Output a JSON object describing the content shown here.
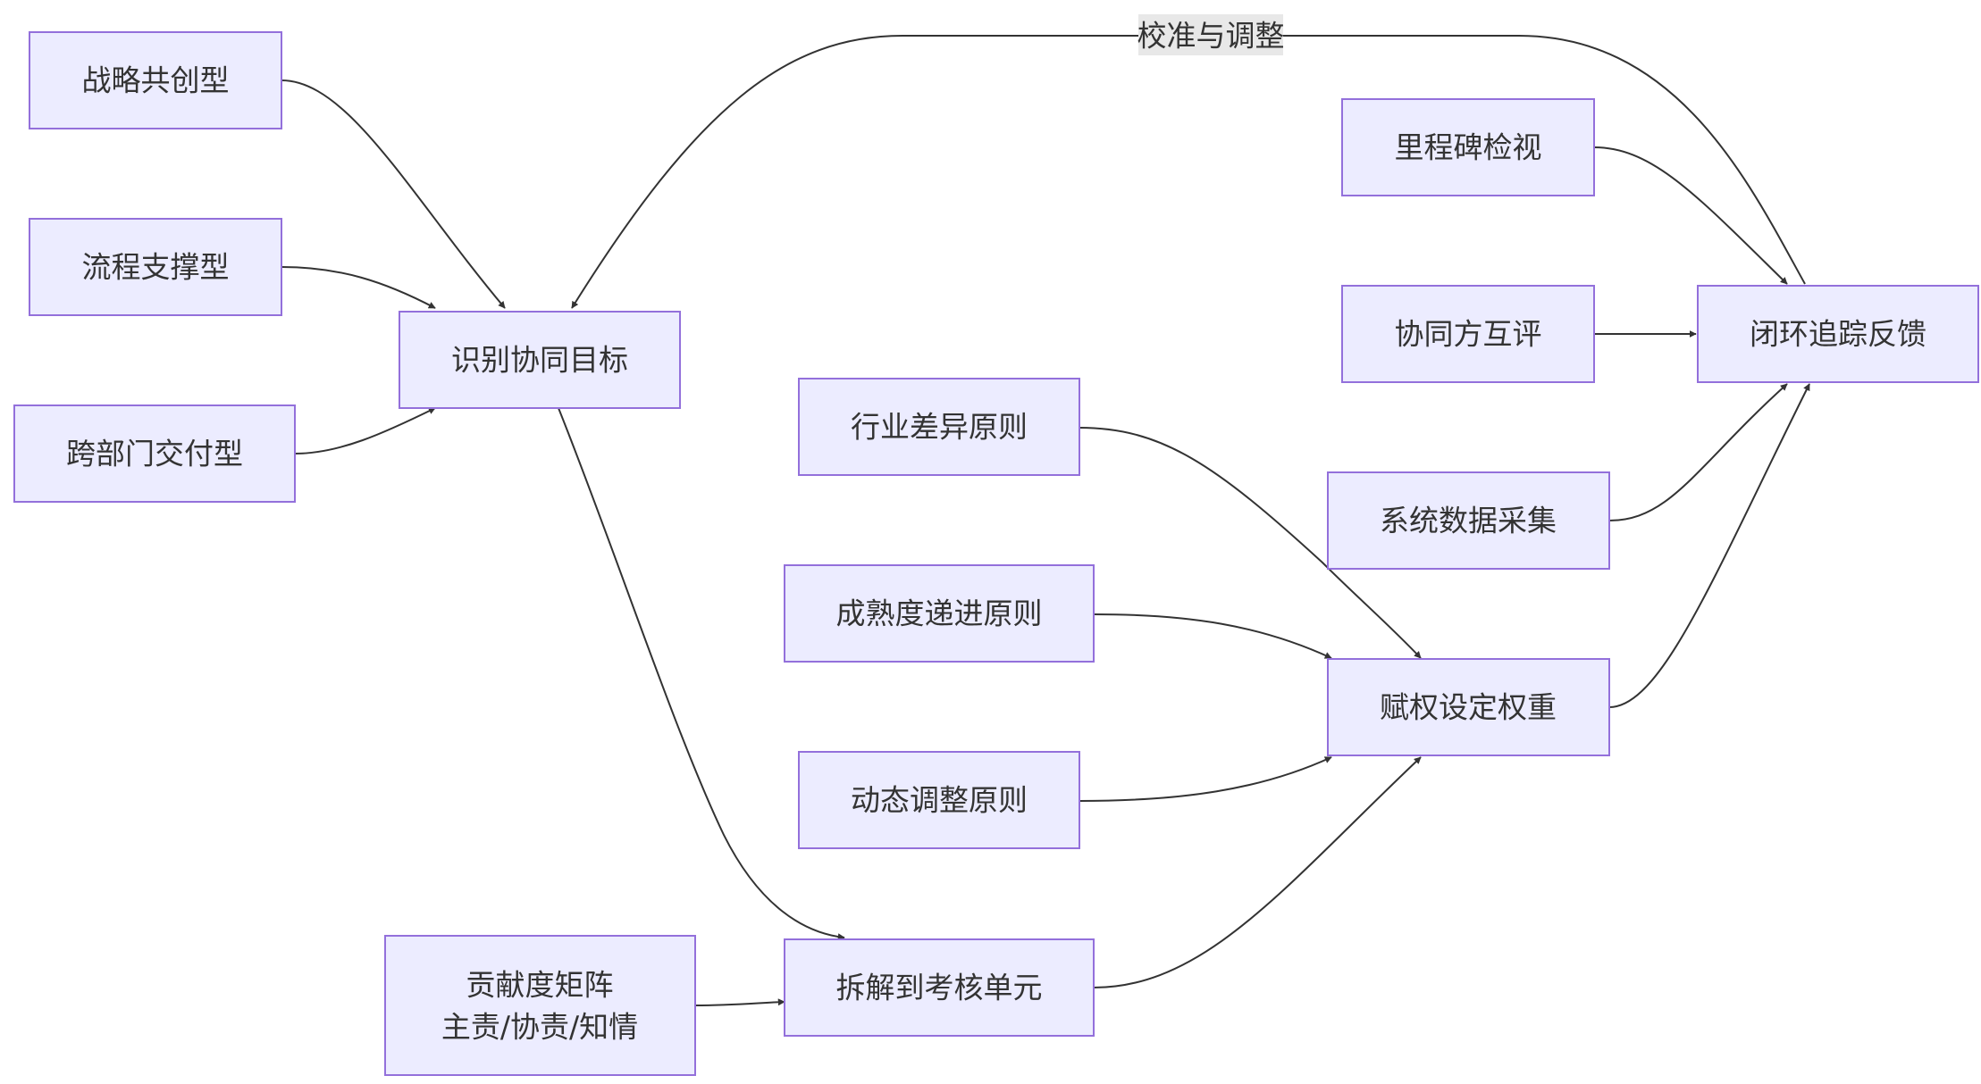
{
  "nodes": {
    "strategic_cocreation": "战略共创型",
    "process_support": "流程支撑型",
    "cross_dept_delivery": "跨部门交付型",
    "identify_goals": "识别协同目标",
    "industry_difference": "行业差异原则",
    "maturity_progression": "成熟度递进原则",
    "dynamic_adjustment": "动态调整原则",
    "contribution_matrix_line1": "贡献度矩阵",
    "contribution_matrix_line2": "主责/协责/知情",
    "decompose_units": "拆解到考核单元",
    "milestone_review": "里程碑检视",
    "peer_review": "协同方互评",
    "system_data": "系统数据采集",
    "empower_weights": "赋权设定权重",
    "closed_loop": "闭环追踪反馈"
  },
  "edge_labels": {
    "calibrate": "校准与调整"
  }
}
